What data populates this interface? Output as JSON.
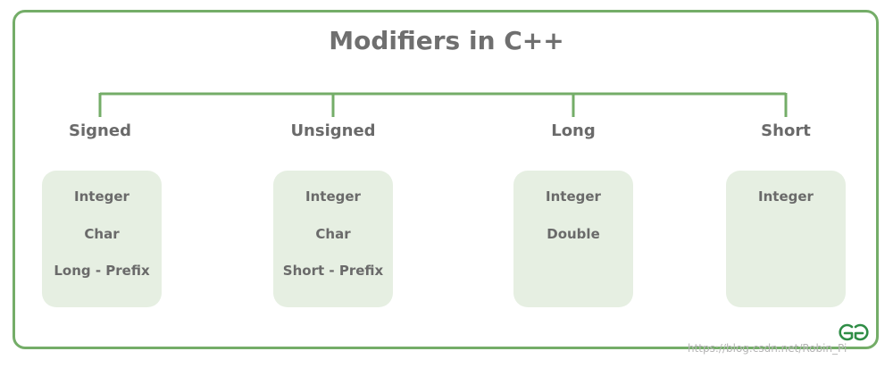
{
  "title": "Modifiers in C++",
  "categories": [
    {
      "label": "Signed",
      "items": [
        "Integer",
        "Char",
        "Long - Prefix"
      ]
    },
    {
      "label": "Unsigned",
      "items": [
        "Integer",
        "Char",
        "Short - Prefix"
      ]
    },
    {
      "label": "Long",
      "items": [
        "Integer",
        "Double"
      ]
    },
    {
      "label": "Short",
      "items": [
        "Integer"
      ]
    }
  ],
  "colors": {
    "frame": "#74ad68",
    "connector": "#74ad68",
    "box_fill": "#e6efe2",
    "title_text": "#6f6f6f",
    "label_text": "#6a6a6a"
  },
  "logo": {
    "icon": "geeksforgeeks-logo-icon"
  },
  "watermark": "https://blog.csdn.net/Robin_Pi"
}
